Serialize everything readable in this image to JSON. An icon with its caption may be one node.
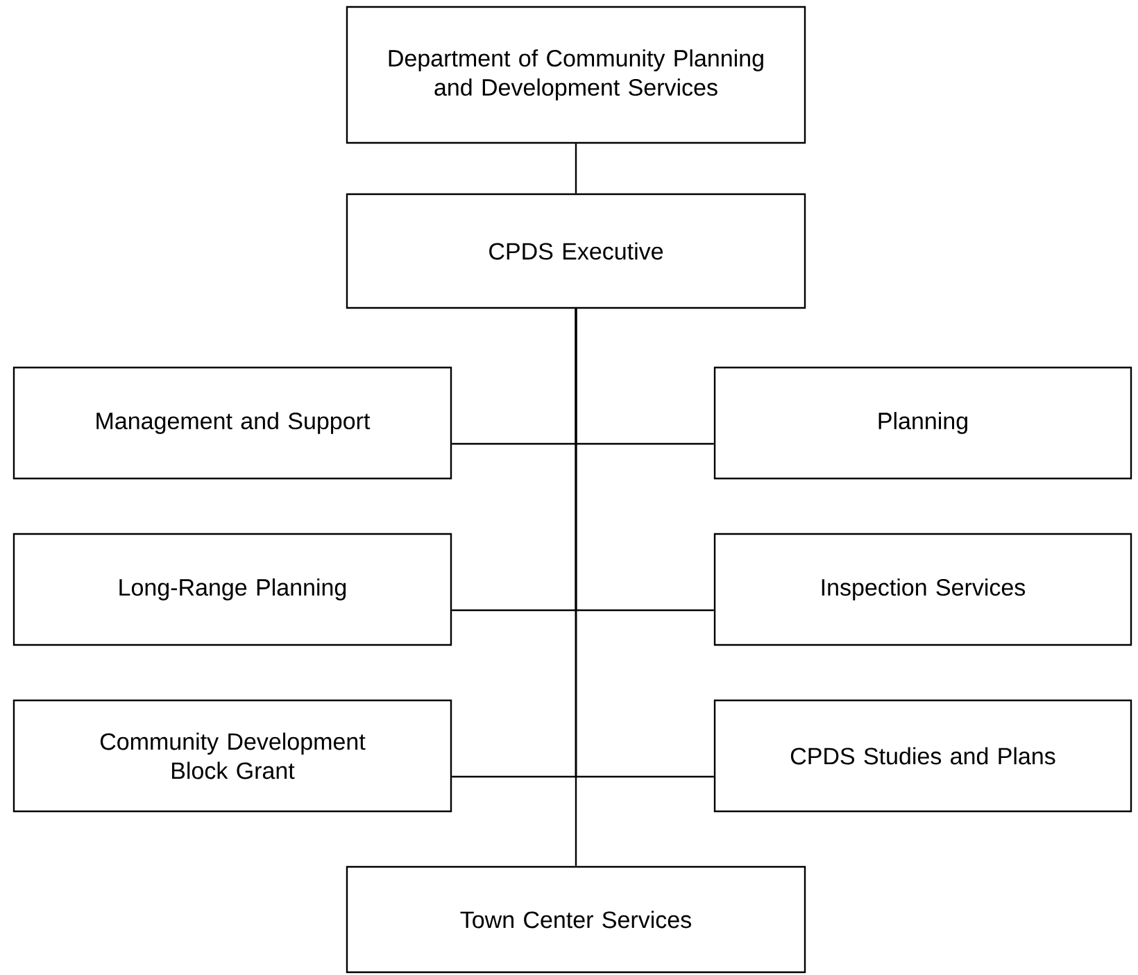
{
  "diagram": {
    "nodes": [
      {
        "text": [
          "Department of Community Planning and Development Services"
        ]
      },
      {
        "text": [
          "CPDS Executive"
        ]
      },
      {
        "text": [
          "Management and Support"
        ]
      },
      {
        "text": [
          "Planning"
        ]
      },
      {
        "text": [
          "Long-Range Planning"
        ]
      },
      {
        "text": [
          "Inspection Services"
        ]
      },
      {
        "text": [
          "Community Development Block Grant"
        ]
      },
      {
        "text": [
          "CPDS Studies and Plans"
        ]
      },
      {
        "text": [
          "Town Center Services"
        ]
      }
    ],
    "edges": [
      {
        "from": 0,
        "to": 1,
        "arrow": "none"
      },
      {
        "from": 1,
        "to": 2,
        "arrow": "none"
      },
      {
        "from": 1,
        "to": 3,
        "arrow": "none"
      },
      {
        "from": 1,
        "to": 4,
        "arrow": "none"
      },
      {
        "from": 1,
        "to": 5,
        "arrow": "none"
      },
      {
        "from": 1,
        "to": 6,
        "arrow": "none"
      },
      {
        "from": 1,
        "to": 7,
        "arrow": "none"
      },
      {
        "from": 1,
        "to": 8,
        "arrow": "none"
      }
    ]
  }
}
